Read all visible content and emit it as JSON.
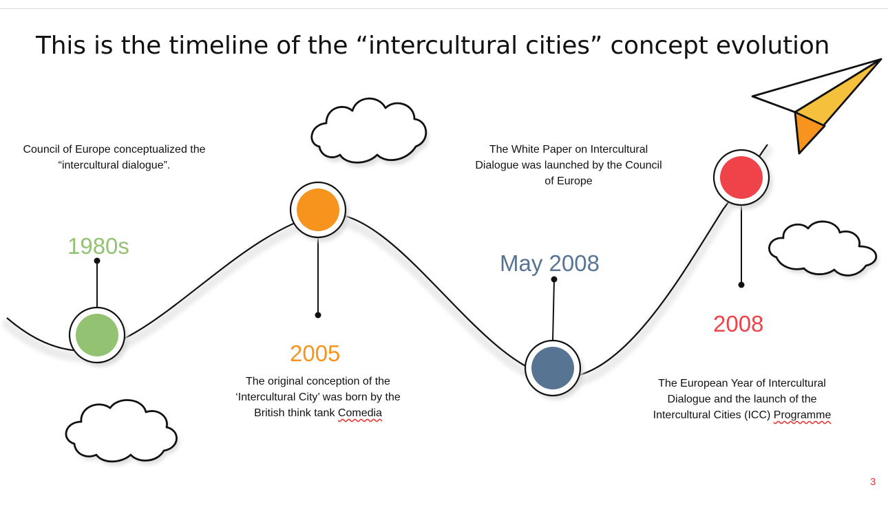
{
  "slide": {
    "title": "This is the timeline of the “intercultural cities” concept evolution",
    "page_number": "3"
  },
  "milestones": [
    {
      "year": "1980s",
      "description": "Council of Europe conceptualized the “intercultural dialogue”.",
      "color": "#93c272"
    },
    {
      "year": "2005",
      "description_main": "The original conception of the ‘Intercultural City’ was born by the British think tank",
      "description_flagged_word": "Comedia",
      "color": "#f7941d"
    },
    {
      "year": "May 2008",
      "description": "The White Paper on Intercultural Dialogue was launched by the Council of Europe",
      "color": "#587493"
    },
    {
      "year": "2008",
      "description_main": "The European Year of Intercultural Dialogue and the launch of the Intercultural Cities (ICC)",
      "description_flagged_word": "Programme",
      "color": "#f04249"
    }
  ],
  "decorations": {
    "icons": [
      "cloud-icon",
      "cloud-icon",
      "cloud-icon",
      "paper-plane-icon"
    ],
    "plane_colors": [
      "#f5c13c",
      "#f7941d"
    ],
    "spellcheck_underline_color": "#e53935"
  }
}
